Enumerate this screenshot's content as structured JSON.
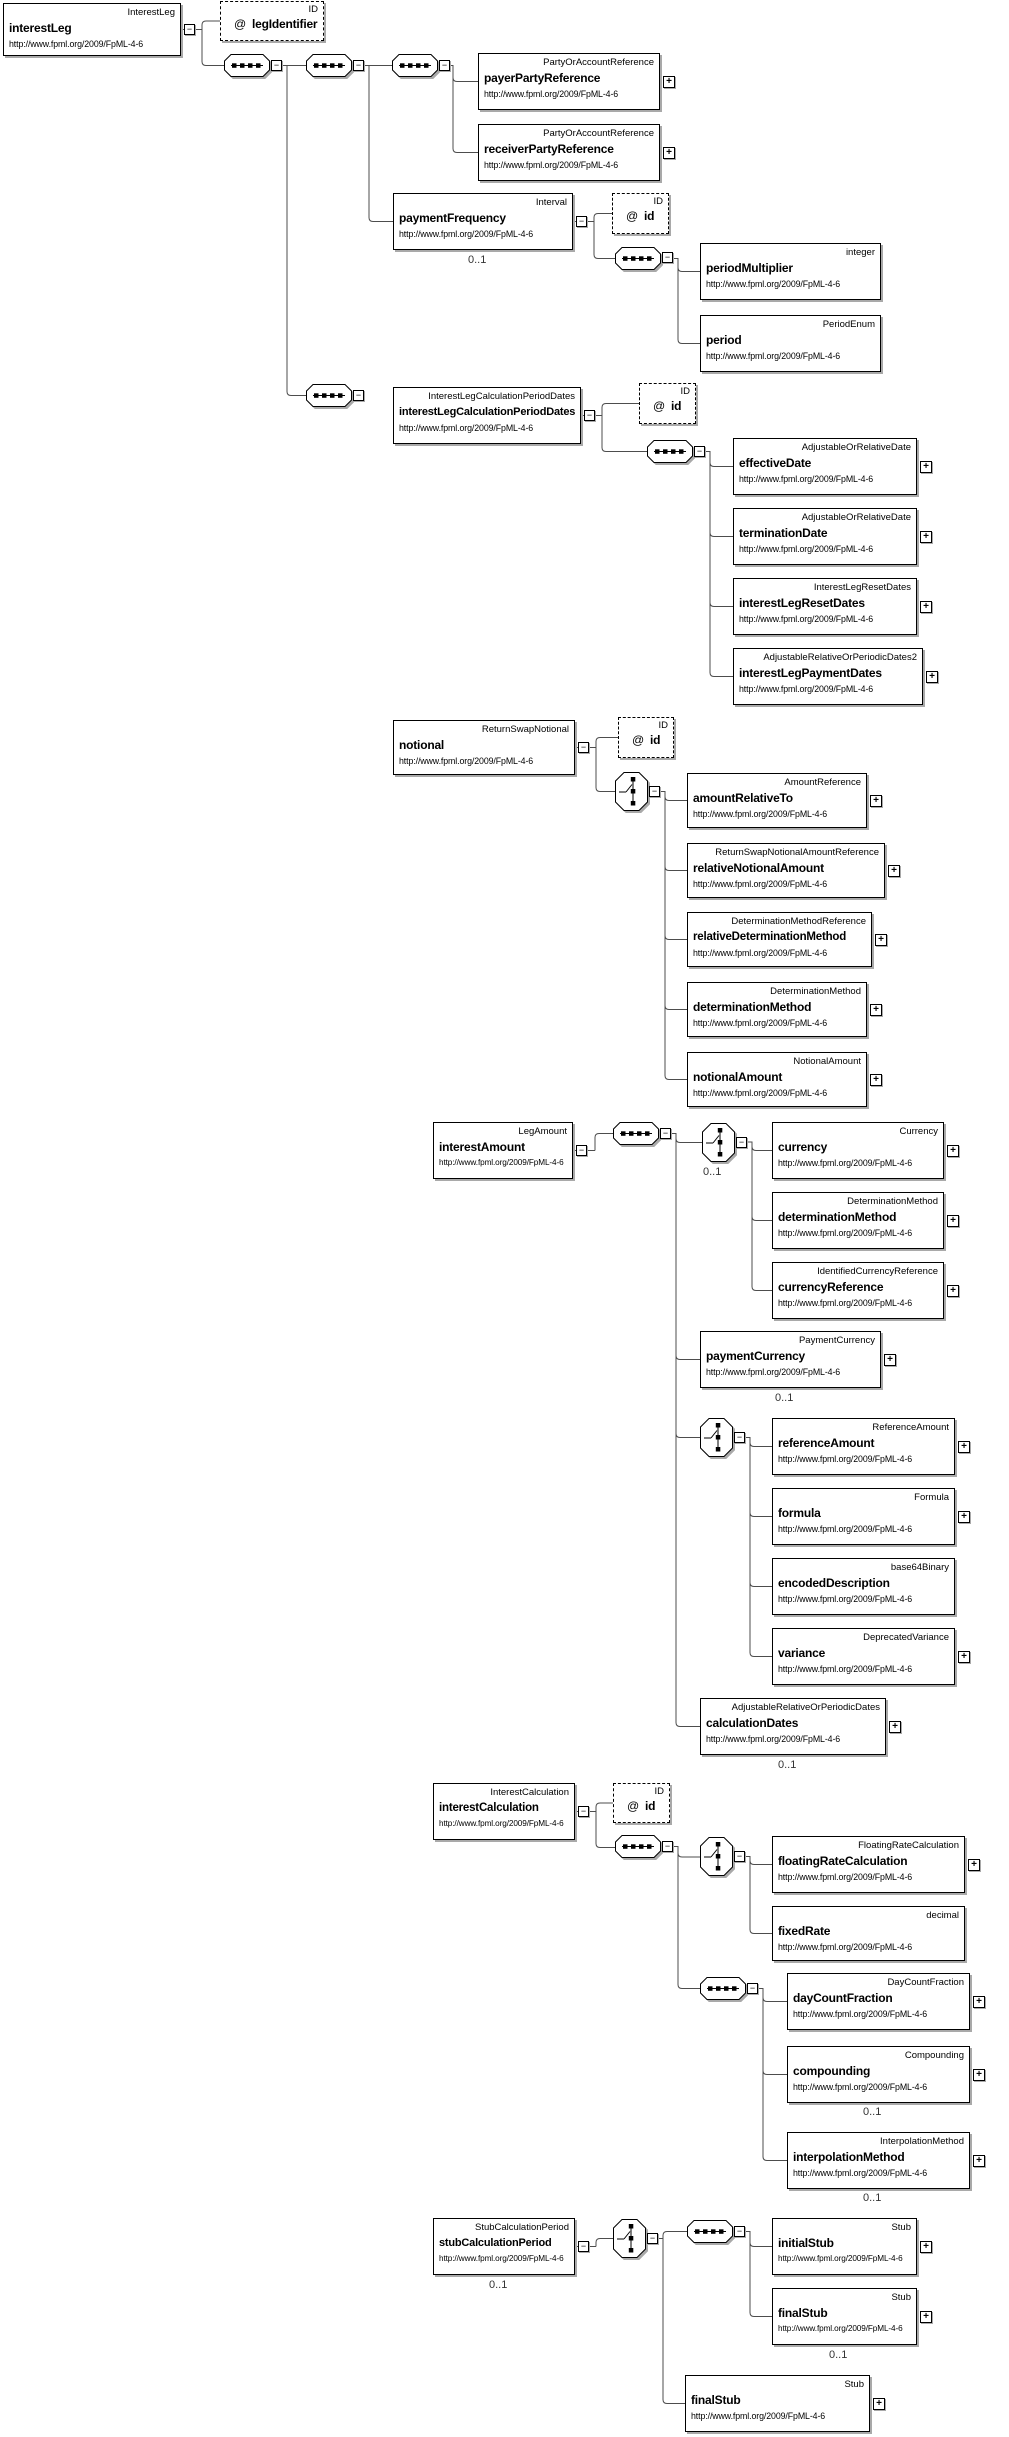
{
  "diagram": {
    "ns": "http://www.fpml.org/2009/FpML-4-6",
    "optional_label": "0..1",
    "attr_prefix": "@",
    "collapse_glyph": "−",
    "expand_glyph": "+"
  },
  "nodes": {
    "interestLeg": {
      "name": "interestLeg",
      "type": "InterestLeg"
    },
    "legIdentifier": {
      "name": "legIdentifier",
      "type": "ID"
    },
    "idAttr": {
      "name": "id",
      "type": "ID"
    },
    "payerPartyReference": {
      "name": "payerPartyReference",
      "type": "PartyOrAccountReference"
    },
    "receiverPartyReference": {
      "name": "receiverPartyReference",
      "type": "PartyOrAccountReference"
    },
    "paymentFrequency": {
      "name": "paymentFrequency",
      "type": "Interval"
    },
    "periodMultiplier": {
      "name": "periodMultiplier",
      "type": "integer"
    },
    "period": {
      "name": "period",
      "type": "PeriodEnum"
    },
    "interestLegCalculationPeriodDates": {
      "name": "interestLegCalculationPeriodDates",
      "type": "InterestLegCalculationPeriodDates"
    },
    "effectiveDate": {
      "name": "effectiveDate",
      "type": "AdjustableOrRelativeDate"
    },
    "terminationDate": {
      "name": "terminationDate",
      "type": "AdjustableOrRelativeDate"
    },
    "interestLegResetDates": {
      "name": "interestLegResetDates",
      "type": "InterestLegResetDates"
    },
    "interestLegPaymentDates": {
      "name": "interestLegPaymentDates",
      "type": "AdjustableRelativeOrPeriodicDates2"
    },
    "notional": {
      "name": "notional",
      "type": "ReturnSwapNotional"
    },
    "amountRelativeTo": {
      "name": "amountRelativeTo",
      "type": "AmountReference"
    },
    "relativeNotionalAmount": {
      "name": "relativeNotionalAmount",
      "type": "ReturnSwapNotionalAmountReference"
    },
    "relativeDeterminationMethod": {
      "name": "relativeDeterminationMethod",
      "type": "DeterminationMethodReference"
    },
    "determinationMethodNotional": {
      "name": "determinationMethod",
      "type": "DeterminationMethod"
    },
    "notionalAmount": {
      "name": "notionalAmount",
      "type": "NotionalAmount"
    },
    "interestAmount": {
      "name": "interestAmount",
      "type": "LegAmount"
    },
    "currency": {
      "name": "currency",
      "type": "Currency"
    },
    "determinationMethodAmount": {
      "name": "determinationMethod",
      "type": "DeterminationMethod"
    },
    "currencyReference": {
      "name": "currencyReference",
      "type": "IdentifiedCurrencyReference"
    },
    "paymentCurrency": {
      "name": "paymentCurrency",
      "type": "PaymentCurrency"
    },
    "referenceAmount": {
      "name": "referenceAmount",
      "type": "ReferenceAmount"
    },
    "formula": {
      "name": "formula",
      "type": "Formula"
    },
    "encodedDescription": {
      "name": "encodedDescription",
      "type": "base64Binary"
    },
    "variance": {
      "name": "variance",
      "type": "DeprecatedVariance"
    },
    "calculationDates": {
      "name": "calculationDates",
      "type": "AdjustableRelativeOrPeriodicDates"
    },
    "interestCalculation": {
      "name": "interestCalculation",
      "type": "InterestCalculation"
    },
    "floatingRateCalculation": {
      "name": "floatingRateCalculation",
      "type": "FloatingRateCalculation"
    },
    "fixedRate": {
      "name": "fixedRate",
      "type": "decimal"
    },
    "dayCountFraction": {
      "name": "dayCountFraction",
      "type": "DayCountFraction"
    },
    "compounding": {
      "name": "compounding",
      "type": "Compounding"
    },
    "interpolationMethod": {
      "name": "interpolationMethod",
      "type": "InterpolationMethod"
    },
    "stubCalculationPeriod": {
      "name": "stubCalculationPeriod",
      "type": "StubCalculationPeriod"
    },
    "initialStub": {
      "name": "initialStub",
      "type": "Stub"
    },
    "finalStubInner": {
      "name": "finalStub",
      "type": "Stub"
    },
    "finalStubOuter": {
      "name": "finalStub",
      "type": "Stub"
    }
  }
}
